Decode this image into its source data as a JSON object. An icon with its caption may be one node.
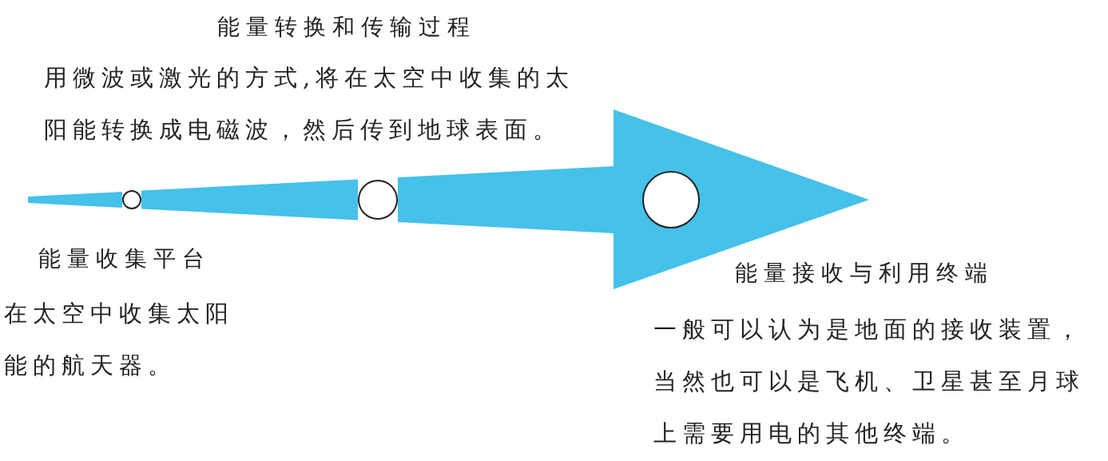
{
  "diagram": {
    "nodes": [
      {
        "text": [],
        "shape": "circle",
        "beside": [
          "能量收集平台",
          "在太空中收集太阳能的航天器。"
        ]
      },
      {
        "text": [],
        "shape": "circle",
        "beside": [
          "能量转换和传输过程",
          "用微波或激光的方式,将在太空中收集的太阳能转换成电磁波，然后传到地球表面。"
        ]
      },
      {
        "text": [],
        "shape": "circle",
        "beside": [
          "能量接收与利用终端",
          "一般可以认为是地面的接收装置，当然也可以是飞机、卫星甚至月球上需要用电的其他终端。"
        ]
      }
    ],
    "edges": [
      {
        "from": null,
        "to": 0,
        "arrow": "none"
      },
      {
        "from": 0,
        "to": 1,
        "arrow": "none"
      },
      {
        "from": 1,
        "to": 2,
        "arrow": "none"
      },
      {
        "from": 2,
        "to": null,
        "arrow": "to"
      }
    ]
  }
}
